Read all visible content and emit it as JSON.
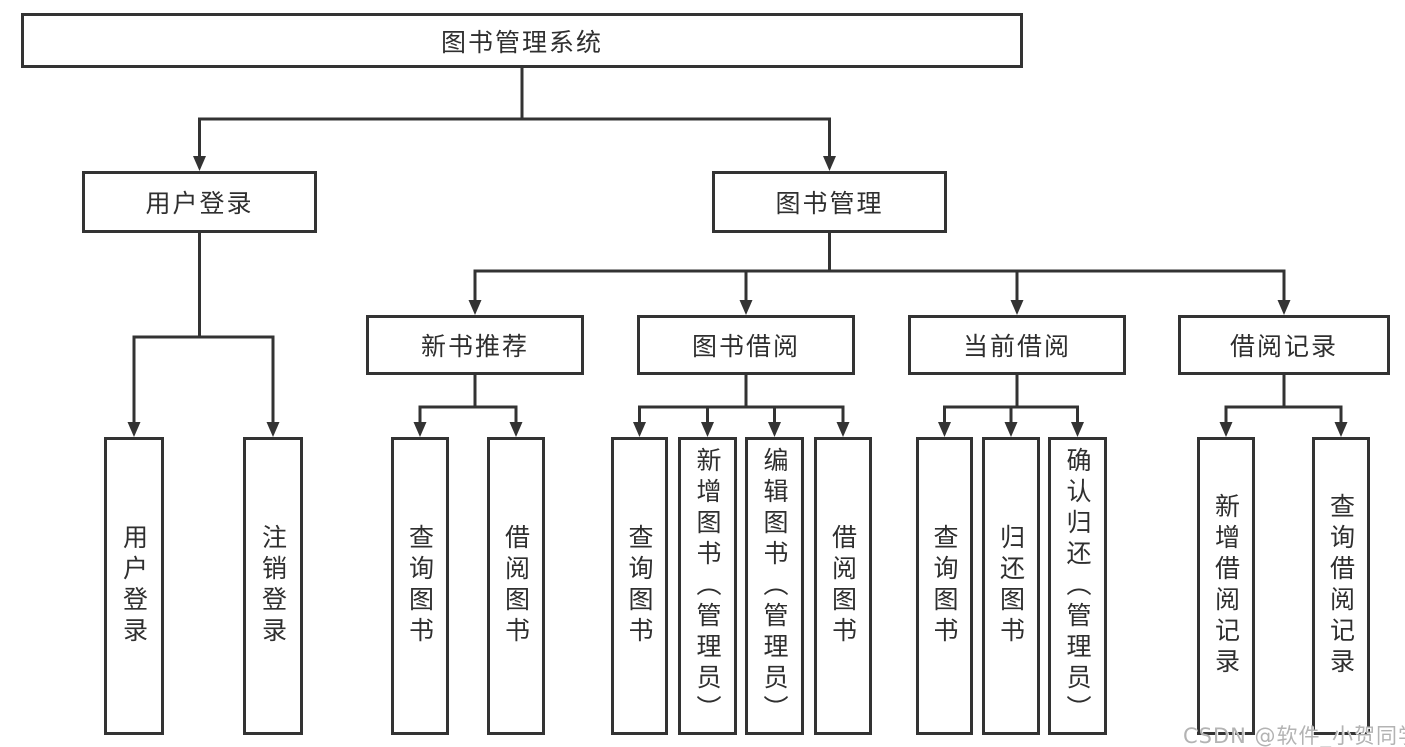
{
  "title": "图书管理系统",
  "watermark": "CSDN @软件_小贺同学",
  "colors": {
    "line": "#333333",
    "text": "#2f2f2f",
    "box_background": "#ffffff",
    "background": "#ffffff",
    "watermark": "#b3b3b3"
  },
  "nodes": {
    "root": "图书管理系统",
    "userLogin": "用户登录",
    "bookMgmt": "图书管理",
    "newBookRec": "新书推荐",
    "bookBorrow": "图书借阅",
    "currentBorrow": "当前借阅",
    "borrowRecords": "借阅记录",
    "leafUserLogin": "用户登录",
    "leafLogout": "注销登录",
    "recQueryBooks": "查询图书",
    "recBorrowBooks": "借阅图书",
    "bbQueryBooks": "查询图书",
    "bbAddBooks": "新增图书（管理员）",
    "bbEditBooks": "编辑图书（管理员）",
    "bbBorrowBooks": "借阅图书",
    "cbQueryBooks": "查询图书",
    "cbReturnBooks": "归还图书",
    "cbConfirmReturn": "确认归还（管理员）",
    "brAddRecord": "新增借阅记录",
    "brQueryRecord": "查询借阅记录"
  },
  "hierarchy": {
    "图书管理系统": {
      "用户登录": [
        "用户登录",
        "注销登录"
      ],
      "图书管理": {
        "新书推荐": [
          "查询图书",
          "借阅图书"
        ],
        "图书借阅": [
          "查询图书",
          "新增图书（管理员）",
          "编辑图书（管理员）",
          "借阅图书"
        ],
        "当前借阅": [
          "查询图书",
          "归还图书",
          "确认归还（管理员）"
        ],
        "借阅记录": [
          "新增借阅记录",
          "查询借阅记录"
        ]
      }
    }
  }
}
